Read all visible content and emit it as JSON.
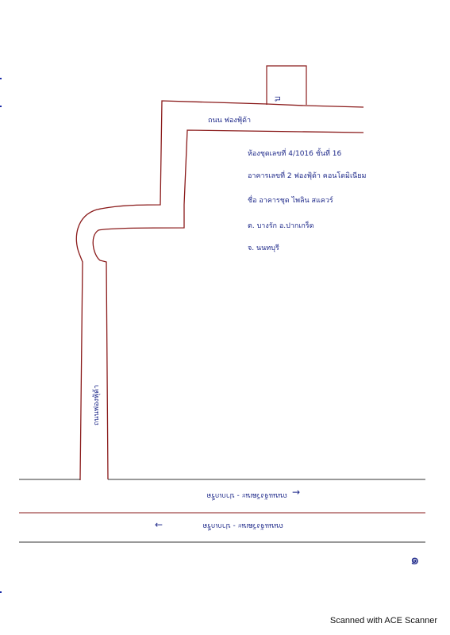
{
  "map": {
    "road_top_label": "ถนน ฟองฟุ้ด้า",
    "road_left_label": "ถนนฟองฟุ้ด้า",
    "building_label": "บ",
    "note_lines": [
      "ห้องชุดเลขที่ 4/1016 ชั้นที่ 16",
      "อาคารเลขที่ 2 ฟองฟุ้ด้า คอนโดมิเนียม",
      "ชื่อ อาคารชุด ไพลิน สแควร์",
      "ต. บางรัก อ.ปากเกร็ด",
      "จ. นนทบุรี"
    ],
    "highway_upper_label": "ถนนแจ้งวัฒนะ - ปากเกร็ด",
    "highway_lower_label": "ถนนแจ้งวัฒนะ - ปากเกร็ด",
    "arrow_right": "→",
    "arrow_left": "←",
    "page_mark": "๑"
  },
  "footer": {
    "scanner_text": "Scanned with ACE Scanner"
  },
  "colors": {
    "ink_blue": "#1f2a8a",
    "road_red": "#8a1a1a",
    "line_gray": "#555555"
  }
}
